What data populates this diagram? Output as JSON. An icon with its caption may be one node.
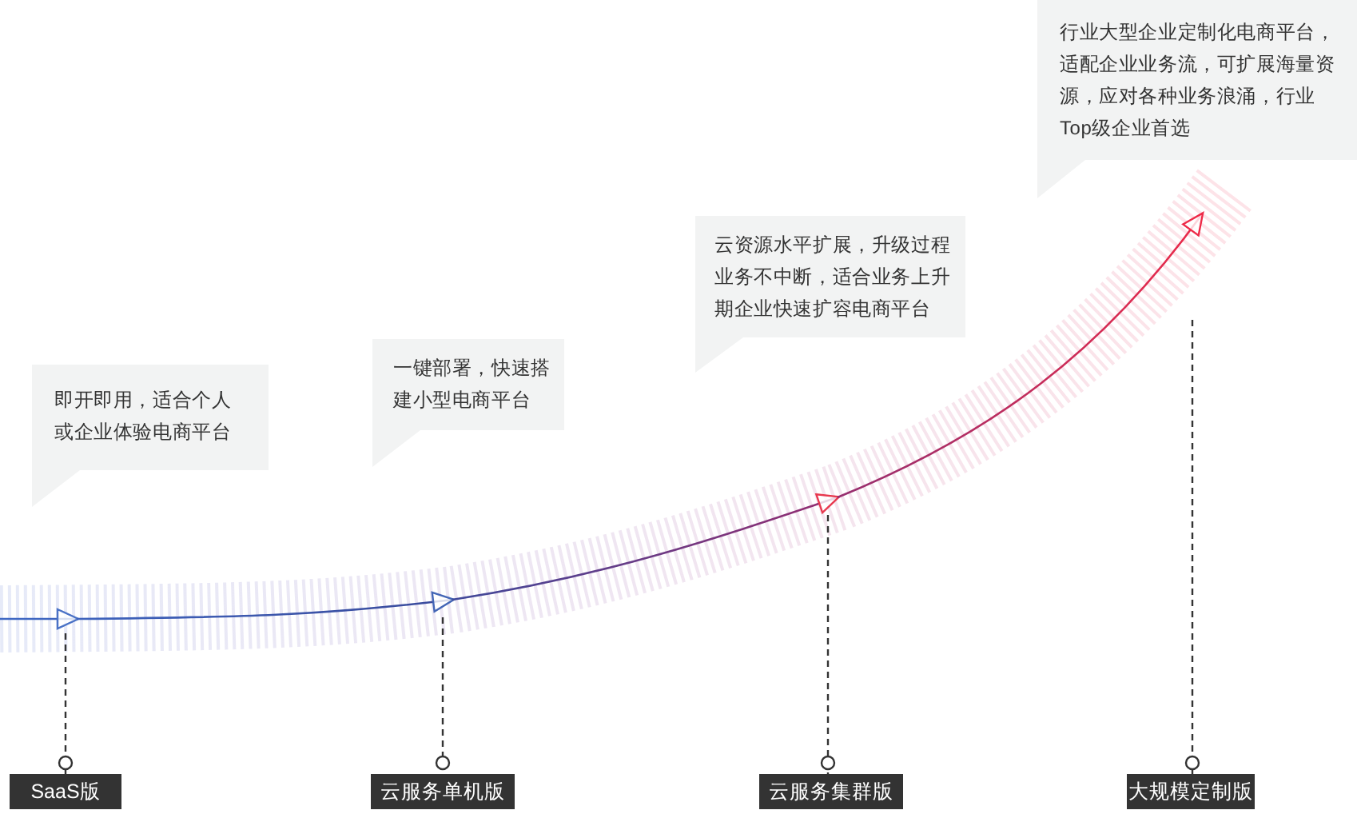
{
  "diagram": {
    "nodes": [
      {
        "text": [
          "即开即用，适合个人或企业体验电商平台"
        ]
      },
      {
        "text": [
          "一键部署，快速搭建小型电商平台"
        ]
      },
      {
        "text": [
          "云资源水平扩展，升级过程业务不中断，适合业务上升期企业快速扩容电商平台"
        ]
      },
      {
        "text": [
          "行业大型企业定制化电商平台，适配企业业务流，可扩展海量资源，应对各种业务浪涌，行业Top级企业首选"
        ]
      },
      {
        "text": [
          "SaaS版"
        ]
      },
      {
        "text": [
          "云服务单机版"
        ]
      },
      {
        "text": [
          "云服务集群版"
        ]
      },
      {
        "text": [
          "大规模定制版"
        ]
      }
    ],
    "edges": [
      {
        "from": null,
        "to": 4,
        "arrow": "other",
        "style": "dashed"
      },
      {
        "from": null,
        "to": 5,
        "arrow": "other",
        "style": "dashed"
      },
      {
        "from": null,
        "to": 6,
        "arrow": "other",
        "style": "dashed"
      },
      {
        "from": null,
        "to": 7,
        "arrow": "other",
        "style": "dashed"
      }
    ]
  }
}
